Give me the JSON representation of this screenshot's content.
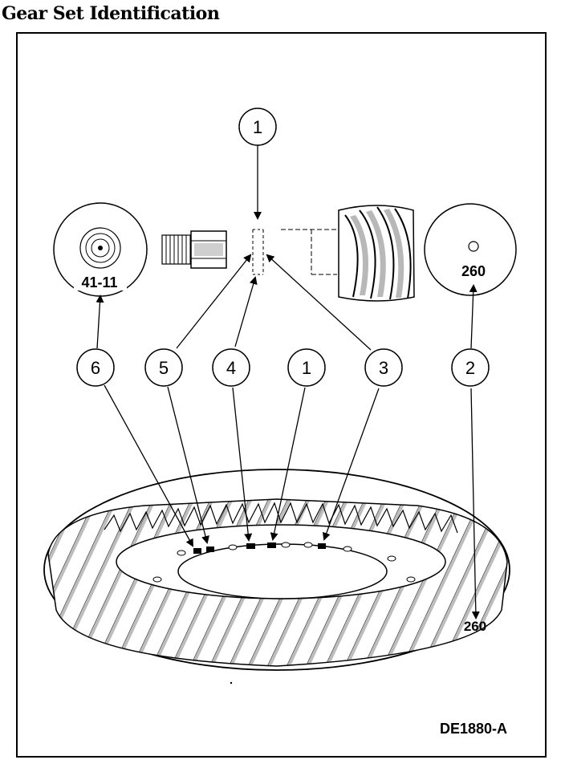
{
  "title": "Gear Set Identification",
  "figure_id": "DE1880-A",
  "pinion_end_label": "41-11",
  "pinion_end_code": "260",
  "ring_gear_code": "260",
  "callouts": {
    "top": "1",
    "c6": "6",
    "c5": "5",
    "c4": "4",
    "c1": "1",
    "c3": "3",
    "c2": "2"
  }
}
